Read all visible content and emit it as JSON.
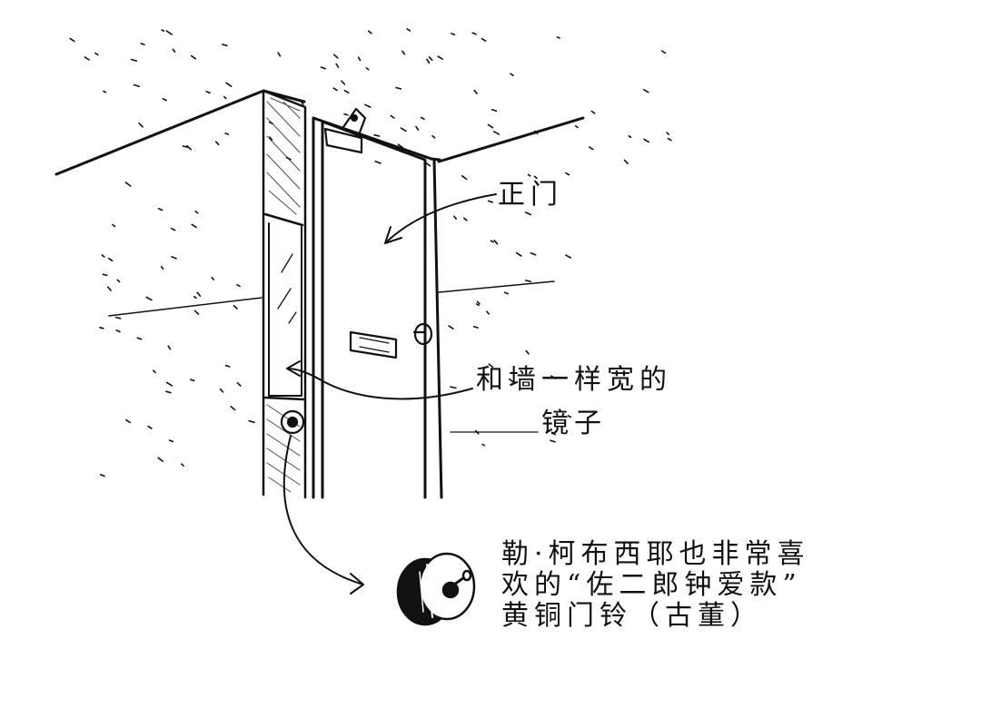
{
  "annotations": {
    "main_door": "正门",
    "mirror_line1": "和墙一样宽的",
    "mirror_line2": "镜子",
    "doorbell_line1": "勒·柯布西耶也非常喜",
    "doorbell_line2": "欢的“佐二郎钟爱款”",
    "doorbell_line3": "黄铜门铃（古董）"
  },
  "colors": {
    "ink": "#111111",
    "paper": "#ffffff"
  }
}
